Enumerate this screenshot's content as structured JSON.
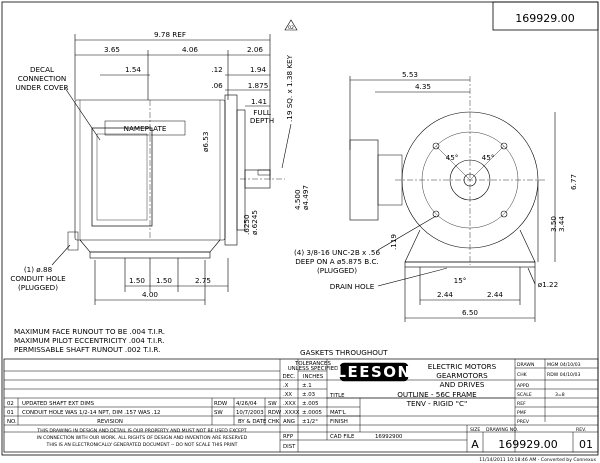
{
  "drawing_number_top": "169929.00",
  "footer_timestamp": "11/14/2011 10:18:46 AM - Converted by Connexus",
  "front_view": {
    "dims": {
      "overall_length": "9.78 REF",
      "d_365": "3.65",
      "d_406": "4.06",
      "d_206": "2.06",
      "d_154": "1.54",
      "d_12": ".12",
      "d_06": ".06",
      "d_194": "1.94",
      "d_1875": "1.875",
      "d_141": "1.41",
      "full_depth": "FULL",
      "full_depth2": "DEPTH",
      "key": ".19 SQ. x 1.38 KEY",
      "key_note_num": "02",
      "dia_653": "ø6.53",
      "shaft_dia1": "4.500",
      "shaft_dia2": "ø4.497",
      "d_6250": ".6250",
      "d_6245": "ø.6245",
      "b_150a": "1.50",
      "b_150b": "1.50",
      "b_275": "2.75",
      "b_400": "4.00"
    },
    "labels": {
      "decal_1": "DECAL",
      "decal_2": "CONNECTION",
      "decal_3": "UNDER COVER",
      "nameplate": "NAMEPLATE",
      "conduit_1": "(1) ø.88",
      "conduit_2": "CONDUIT HOLE",
      "conduit_3": "(PLUGGED)"
    }
  },
  "end_view": {
    "dims": {
      "d_553": "5.53",
      "d_435": "4.35",
      "d_677": "6.77",
      "d_350": "3.50",
      "d_344": "3.44",
      "d_119": ".119",
      "ang_45a": "45°",
      "ang_45b": "45°",
      "ang_15": "15°",
      "d_244a": "2.44",
      "d_244b": "2.44",
      "d_650": "6.50",
      "d_122": "ø1.22"
    },
    "labels": {
      "holes_1": "(4) 3/8-16 UNC-2B x .56",
      "holes_2": "DEEP ON A ø5.875 B.C.",
      "holes_3": "(PLUGGED)",
      "drain": "DRAIN HOLE"
    }
  },
  "notes": [
    "MAXIMUM FACE RUNOUT TO BE .004 T.I.R.",
    "MAXIMUM PILOT ECCENTRICITY .004 T.I.R.",
    "PERMISSABLE SHAFT RUNOUT .002 T.I.R."
  ],
  "gaskets": "GASKETS THROUGHOUT",
  "title_block": {
    "tolerances_1": "TOLERANCES",
    "tolerances_2": "UNLESS SPECIFIED",
    "dec": "DEC.",
    "inches": "INCHES",
    "tol_rows": [
      [
        ".X",
        "±.1"
      ],
      [
        ".XX",
        "±.03"
      ],
      [
        ".XXX",
        "±.005"
      ],
      [
        ".XXXX",
        "±.0005"
      ],
      [
        "ANG",
        "±1/2°"
      ]
    ],
    "logo": "LEESON",
    "company_1": "ELECTRIC MOTORS",
    "company_2": "GEARMOTORS",
    "company_3": "AND DRIVES",
    "title_label": "TITLE",
    "title_1": "OUTLINE - 56C FRAME",
    "title_2": "TENV - RIGID \"C\"",
    "matl_label": "MAT'L",
    "finish_label": "FINISH",
    "cad_label": "CAD FILE",
    "cad_file": "16992900",
    "rfp": "RFP",
    "dist": "DIST",
    "size_label": "SIZE",
    "size": "A",
    "dwg_label": "DRAWING NO.",
    "dwg_no": "169929.00",
    "rev_label": "REV.",
    "rev": "01",
    "right_rows": [
      {
        "label": "DRAWN",
        "value": "MGM 04/10/03"
      },
      {
        "label": "CHK",
        "value": "RDW 04/10/03"
      },
      {
        "label": "APPD",
        "value": ""
      },
      {
        "label": "SCALE",
        "value": "3=8"
      },
      {
        "label": "REF",
        "value": ""
      },
      {
        "label": "PMF",
        "value": ""
      },
      {
        "label": "PREV",
        "value": ""
      }
    ],
    "revisions": [
      {
        "no": "02",
        "text": "UPDATED SHAFT  EXT DIMS",
        "by": "RDW",
        "date": "4/26/04",
        "chk": "SW"
      },
      {
        "no": "01",
        "text": "CONDUIT HOLE WAS 1/2-14 NPT, DIM .157 WAS .12",
        "by": "SW",
        "date": "10/7/2003",
        "chk": "RDW"
      }
    ],
    "rev_header": {
      "no": "NO.",
      "rev": "REVISION",
      "bydate": "BY & DATE",
      "chk": "CHK"
    },
    "disclaimer_1": "THIS DRAWING IN DESIGN AND DETAIL IS OUR PROPERTY AND MUST NOT BE USED EXCEPT",
    "disclaimer_2": "IN CONNECTION WITH OUR WORK. ALL RIGHTS OF DESIGN AND INVENTION ARE RESERVED",
    "disclaimer_3": "THIS IS AN ELECTRONICALLY GENERATED DOCUMENT -- DO NOT SCALE THIS PRINT"
  }
}
